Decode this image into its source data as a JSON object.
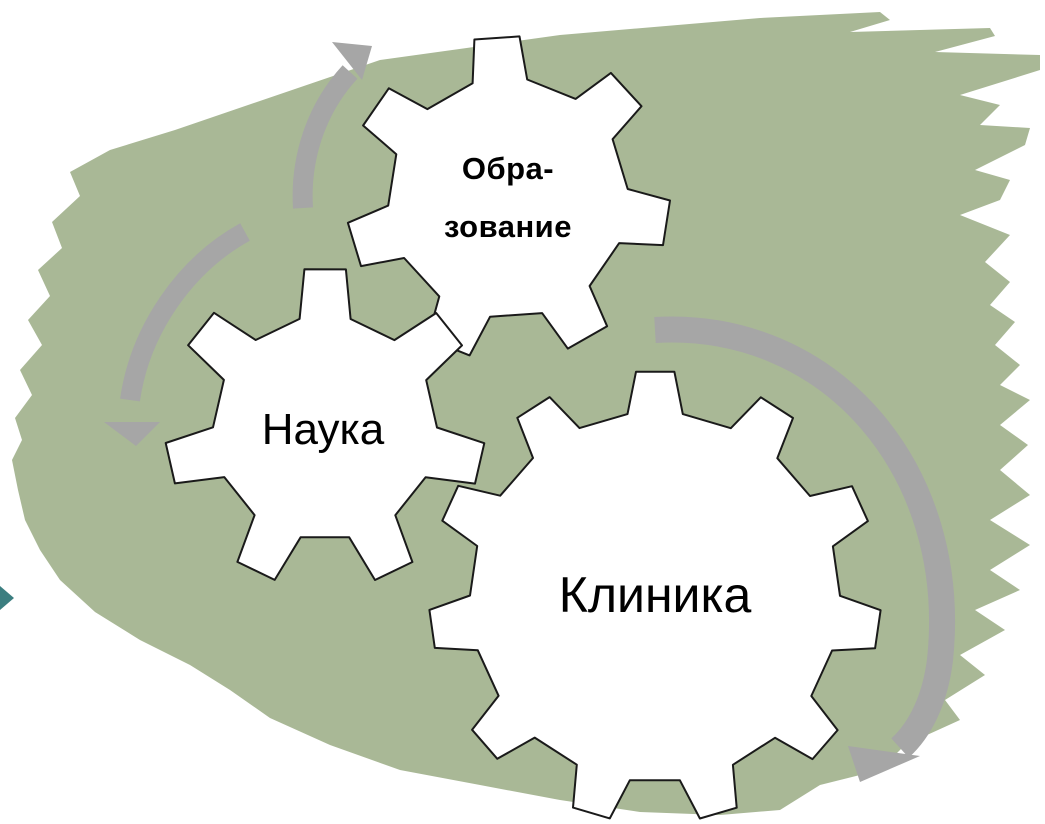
{
  "colors": {
    "background_blob": "#a9b896",
    "gear_fill": "#ffffff",
    "gear_stroke": "#1a1a1a",
    "arrow": "#a6a6a6",
    "bullet": "#3b7e80"
  },
  "gears": {
    "education": {
      "line1": "Обра-",
      "line2": "зование"
    },
    "science": {
      "label": "Наука"
    },
    "clinic": {
      "label": "Клиника"
    }
  }
}
